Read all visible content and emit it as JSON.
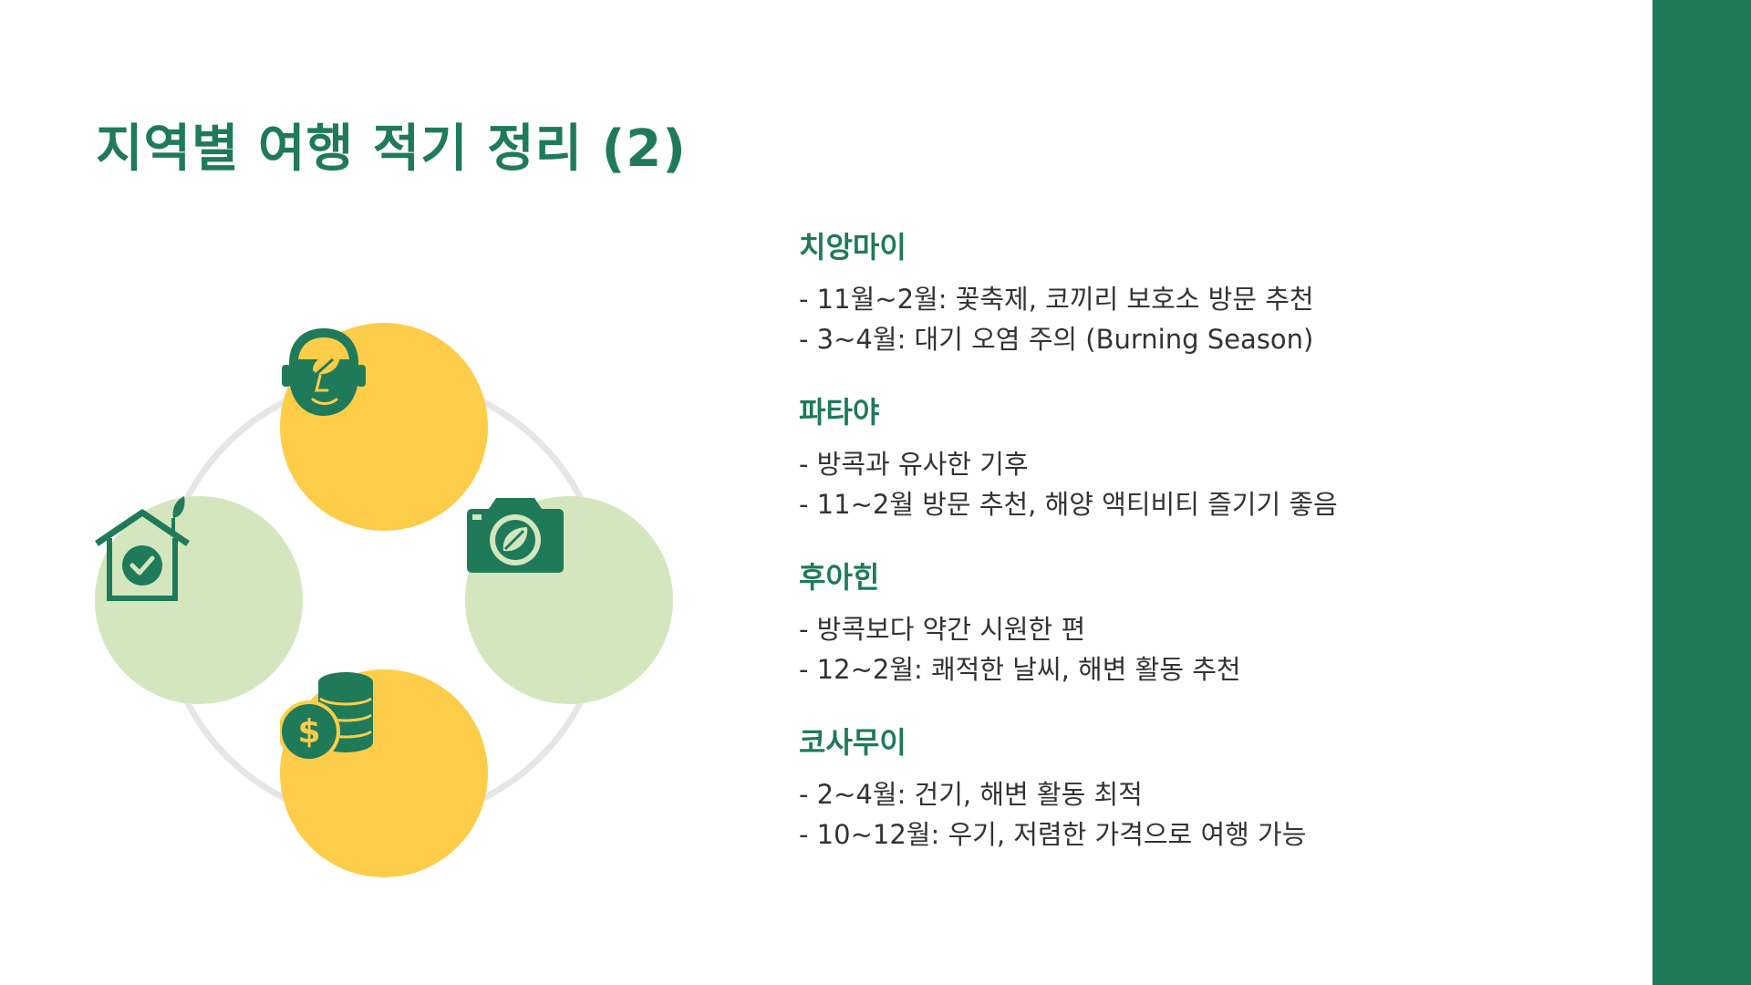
{
  "slide": {
    "title": "지역별 여행 적기 정리 (2)"
  },
  "theme": {
    "accent_green": "#1f7a59",
    "yellow": "#fdcd4a",
    "light_green": "#d3e6bd",
    "ring_gray": "#e6e6e6"
  },
  "diagram": {
    "icons": [
      "eco-person-icon",
      "eco-home-check-icon",
      "eco-camera-icon",
      "coins-dollar-icon"
    ]
  },
  "regions": [
    {
      "name": "치앙마이",
      "lines": [
        "- 11월~2월: 꽃축제, 코끼리 보호소 방문 추천",
        "- 3~4월: 대기 오염 주의 (Burning Season)"
      ]
    },
    {
      "name": "파타야",
      "lines": [
        "- 방콕과 유사한 기후",
        "- 11~2월 방문 추천, 해양 액티비티 즐기기 좋음"
      ]
    },
    {
      "name": "후아힌",
      "lines": [
        "- 방콕보다 약간 시원한 편",
        "- 12~2월: 쾌적한 날씨, 해변 활동 추천"
      ]
    },
    {
      "name": "코사무이",
      "lines": [
        "- 2~4월: 건기, 해변 활동 최적",
        "- 10~12월: 우기, 저렴한 가격으로 여행 가능"
      ]
    }
  ]
}
